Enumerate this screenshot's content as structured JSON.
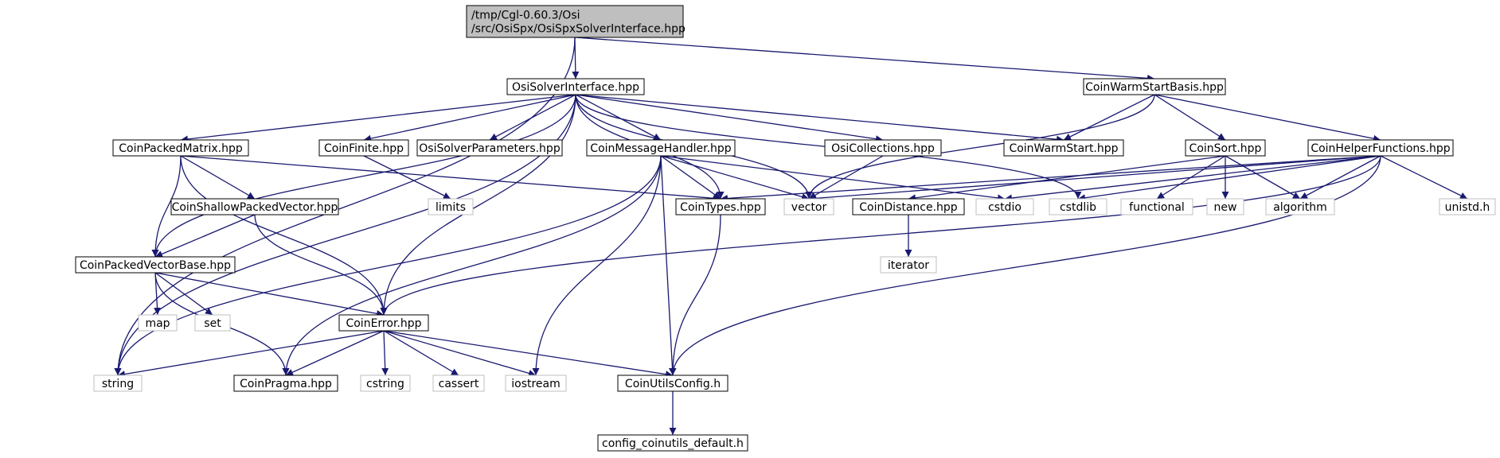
{
  "diagram": {
    "edge_color": "#191970",
    "root_fill": "#bfbfbf",
    "node_border": "#000000",
    "system_border": "#bfbfbf",
    "nodes": [
      {
        "id": "root",
        "lines": [
          "/tmp/Cgl-0.60.3/Osi",
          "/src/OsiSpx/OsiSpxSolverInterface.hpp"
        ],
        "kind": "root"
      },
      {
        "id": "osisolverinterface",
        "lines": [
          "OsiSolverInterface.hpp"
        ],
        "kind": "file"
      },
      {
        "id": "coinwarmstartbasis",
        "lines": [
          "CoinWarmStartBasis.hpp"
        ],
        "kind": "file"
      },
      {
        "id": "coinpackedmatrix",
        "lines": [
          "CoinPackedMatrix.hpp"
        ],
        "kind": "file"
      },
      {
        "id": "coinfinite",
        "lines": [
          "CoinFinite.hpp"
        ],
        "kind": "file"
      },
      {
        "id": "osisolverparameters",
        "lines": [
          "OsiSolverParameters.hpp"
        ],
        "kind": "file"
      },
      {
        "id": "coinmessagehandler",
        "lines": [
          "CoinMessageHandler.hpp"
        ],
        "kind": "file"
      },
      {
        "id": "osicollections",
        "lines": [
          "OsiCollections.hpp"
        ],
        "kind": "file"
      },
      {
        "id": "coinwarmstart",
        "lines": [
          "CoinWarmStart.hpp"
        ],
        "kind": "file"
      },
      {
        "id": "coinsort",
        "lines": [
          "CoinSort.hpp"
        ],
        "kind": "file"
      },
      {
        "id": "coinhelperfunctions",
        "lines": [
          "CoinHelperFunctions.hpp"
        ],
        "kind": "file"
      },
      {
        "id": "coinshallowpackedvector",
        "lines": [
          "CoinShallowPackedVector.hpp"
        ],
        "kind": "file"
      },
      {
        "id": "limits",
        "lines": [
          "limits"
        ],
        "kind": "system"
      },
      {
        "id": "cointypes",
        "lines": [
          "CoinTypes.hpp"
        ],
        "kind": "file"
      },
      {
        "id": "vector",
        "lines": [
          "vector"
        ],
        "kind": "system"
      },
      {
        "id": "coindistance",
        "lines": [
          "CoinDistance.hpp"
        ],
        "kind": "file"
      },
      {
        "id": "cstdio",
        "lines": [
          "cstdio"
        ],
        "kind": "system"
      },
      {
        "id": "cstdlib",
        "lines": [
          "cstdlib"
        ],
        "kind": "system"
      },
      {
        "id": "functional",
        "lines": [
          "functional"
        ],
        "kind": "system"
      },
      {
        "id": "new",
        "lines": [
          "new"
        ],
        "kind": "system"
      },
      {
        "id": "algorithm",
        "lines": [
          "algorithm"
        ],
        "kind": "system"
      },
      {
        "id": "unistd",
        "lines": [
          "unistd.h"
        ],
        "kind": "system"
      },
      {
        "id": "coinpackedvectorbase",
        "lines": [
          "CoinPackedVectorBase.hpp"
        ],
        "kind": "file"
      },
      {
        "id": "iterator",
        "lines": [
          "iterator"
        ],
        "kind": "system"
      },
      {
        "id": "map",
        "lines": [
          "map"
        ],
        "kind": "system"
      },
      {
        "id": "set",
        "lines": [
          "set"
        ],
        "kind": "system"
      },
      {
        "id": "coinerror",
        "lines": [
          "CoinError.hpp"
        ],
        "kind": "file"
      },
      {
        "id": "string",
        "lines": [
          "string"
        ],
        "kind": "system"
      },
      {
        "id": "coinpragma",
        "lines": [
          "CoinPragma.hpp"
        ],
        "kind": "file"
      },
      {
        "id": "cstring",
        "lines": [
          "cstring"
        ],
        "kind": "system"
      },
      {
        "id": "cassert",
        "lines": [
          "cassert"
        ],
        "kind": "system"
      },
      {
        "id": "iostream",
        "lines": [
          "iostream"
        ],
        "kind": "system"
      },
      {
        "id": "coinutilsconfig",
        "lines": [
          "CoinUtilsConfig.h"
        ],
        "kind": "file"
      },
      {
        "id": "config_coinutils_default",
        "lines": [
          "config_coinutils_default.h"
        ],
        "kind": "file"
      }
    ],
    "edges": [
      [
        "root",
        "osisolverinterface"
      ],
      [
        "root",
        "coinwarmstartbasis"
      ],
      [
        "root",
        "string"
      ],
      [
        "osisolverinterface",
        "coinpackedmatrix"
      ],
      [
        "osisolverinterface",
        "coinfinite"
      ],
      [
        "osisolverinterface",
        "osisolverparameters"
      ],
      [
        "osisolverinterface",
        "coinmessagehandler"
      ],
      [
        "osisolverinterface",
        "osicollections"
      ],
      [
        "osisolverinterface",
        "coinwarmstart"
      ],
      [
        "osisolverinterface",
        "cointypes"
      ],
      [
        "osisolverinterface",
        "vector"
      ],
      [
        "osisolverinterface",
        "cstdlib"
      ],
      [
        "osisolverinterface",
        "coinpackedvectorbase"
      ],
      [
        "osisolverinterface",
        "coinerror"
      ],
      [
        "osisolverinterface",
        "string"
      ],
      [
        "coinwarmstartbasis",
        "coinwarmstart"
      ],
      [
        "coinwarmstartbasis",
        "coinsort"
      ],
      [
        "coinwarmstartbasis",
        "coinhelperfunctions"
      ],
      [
        "coinwarmstartbasis",
        "vector"
      ],
      [
        "coinpackedmatrix",
        "coinshallowpackedvector"
      ],
      [
        "coinpackedmatrix",
        "coinpackedvectorbase"
      ],
      [
        "coinpackedmatrix",
        "coinerror"
      ],
      [
        "coinpackedmatrix",
        "cointypes"
      ],
      [
        "coinfinite",
        "limits"
      ],
      [
        "coinmessagehandler",
        "cointypes"
      ],
      [
        "coinmessagehandler",
        "vector"
      ],
      [
        "coinmessagehandler",
        "cstdio"
      ],
      [
        "coinmessagehandler",
        "iostream"
      ],
      [
        "coinmessagehandler",
        "coinutilsconfig"
      ],
      [
        "coinmessagehandler",
        "coinpragma"
      ],
      [
        "coinmessagehandler",
        "string"
      ],
      [
        "osicollections",
        "vector"
      ],
      [
        "coinsort",
        "coindistance"
      ],
      [
        "coinsort",
        "functional"
      ],
      [
        "coinsort",
        "new"
      ],
      [
        "coinsort",
        "algorithm"
      ],
      [
        "coinhelperfunctions",
        "cointypes"
      ],
      [
        "coinhelperfunctions",
        "vector"
      ],
      [
        "coinhelperfunctions",
        "cstdio"
      ],
      [
        "coinhelperfunctions",
        "cstdlib"
      ],
      [
        "coinhelperfunctions",
        "algorithm"
      ],
      [
        "coinhelperfunctions",
        "unistd"
      ],
      [
        "coinhelperfunctions",
        "coinerror"
      ],
      [
        "coinhelperfunctions",
        "coinutilsconfig"
      ],
      [
        "coinshallowpackedvector",
        "coinpackedvectorbase"
      ],
      [
        "coinshallowpackedvector",
        "coinerror"
      ],
      [
        "cointypes",
        "coinutilsconfig"
      ],
      [
        "coindistance",
        "iterator"
      ],
      [
        "coinpackedvectorbase",
        "map"
      ],
      [
        "coinpackedvectorbase",
        "set"
      ],
      [
        "coinpackedvectorbase",
        "coinerror"
      ],
      [
        "coinpackedvectorbase",
        "coinpragma"
      ],
      [
        "coinerror",
        "string"
      ],
      [
        "coinerror",
        "coinpragma"
      ],
      [
        "coinerror",
        "cstring"
      ],
      [
        "coinerror",
        "cassert"
      ],
      [
        "coinerror",
        "iostream"
      ],
      [
        "coinerror",
        "coinutilsconfig"
      ],
      [
        "coinutilsconfig",
        "config_coinutils_default"
      ]
    ]
  }
}
